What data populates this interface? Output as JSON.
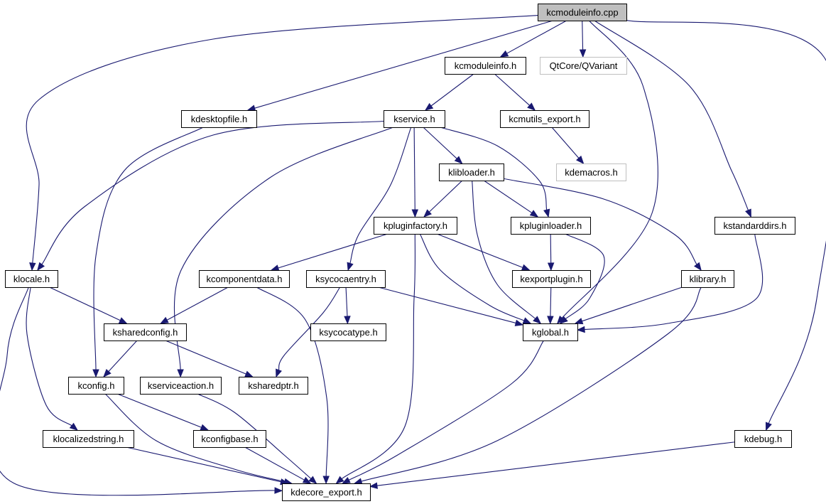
{
  "diagram": {
    "nodes": [
      {
        "id": "kcmoduleinfo_cpp",
        "label": "kcmoduleinfo.cpp",
        "style": "root"
      },
      {
        "id": "kcmoduleinfo_h",
        "label": "kcmoduleinfo.h",
        "style": "normal"
      },
      {
        "id": "qvariant",
        "label": "QtCore/QVariant",
        "style": "missing"
      },
      {
        "id": "kdesktopfile",
        "label": "kdesktopfile.h",
        "style": "normal"
      },
      {
        "id": "kservice",
        "label": "kservice.h",
        "style": "normal"
      },
      {
        "id": "kcmutils_export",
        "label": "kcmutils_export.h",
        "style": "normal"
      },
      {
        "id": "kdemacros",
        "label": "kdemacros.h",
        "style": "missing"
      },
      {
        "id": "klibloader",
        "label": "klibloader.h",
        "style": "normal"
      },
      {
        "id": "kpluginfactory",
        "label": "kpluginfactory.h",
        "style": "normal"
      },
      {
        "id": "kpluginloader",
        "label": "kpluginloader.h",
        "style": "normal"
      },
      {
        "id": "kstandarddirs",
        "label": "kstandarddirs.h",
        "style": "normal"
      },
      {
        "id": "klocale",
        "label": "klocale.h",
        "style": "normal"
      },
      {
        "id": "kcomponentdata",
        "label": "kcomponentdata.h",
        "style": "normal"
      },
      {
        "id": "ksycocaentry",
        "label": "ksycocaentry.h",
        "style": "normal"
      },
      {
        "id": "kexportplugin",
        "label": "kexportplugin.h",
        "style": "normal"
      },
      {
        "id": "klibrary",
        "label": "klibrary.h",
        "style": "normal"
      },
      {
        "id": "ksharedconfig",
        "label": "ksharedconfig.h",
        "style": "normal"
      },
      {
        "id": "ksycocatype",
        "label": "ksycocatype.h",
        "style": "normal"
      },
      {
        "id": "kglobal",
        "label": "kglobal.h",
        "style": "normal"
      },
      {
        "id": "kconfig",
        "label": "kconfig.h",
        "style": "normal"
      },
      {
        "id": "kserviceaction",
        "label": "kserviceaction.h",
        "style": "normal"
      },
      {
        "id": "ksharedptr",
        "label": "ksharedptr.h",
        "style": "normal"
      },
      {
        "id": "klocalizedstring",
        "label": "klocalizedstring.h",
        "style": "normal"
      },
      {
        "id": "kconfigbase",
        "label": "kconfigbase.h",
        "style": "normal"
      },
      {
        "id": "kdebug",
        "label": "kdebug.h",
        "style": "normal"
      },
      {
        "id": "kdecore_export",
        "label": "kdecore_export.h",
        "style": "normal"
      }
    ],
    "edges": [
      [
        "kcmoduleinfo_cpp",
        "kcmoduleinfo_h"
      ],
      [
        "kcmoduleinfo_cpp",
        "qvariant"
      ],
      [
        "kcmoduleinfo_cpp",
        "kdesktopfile"
      ],
      [
        "kcmoduleinfo_cpp",
        "klocale"
      ],
      [
        "kcmoduleinfo_cpp",
        "kglobal"
      ],
      [
        "kcmoduleinfo_cpp",
        "kstandarddirs"
      ],
      [
        "kcmoduleinfo_cpp",
        "kdebug"
      ],
      [
        "kcmoduleinfo_h",
        "kservice"
      ],
      [
        "kcmoduleinfo_h",
        "kcmutils_export"
      ],
      [
        "kcmutils_export",
        "kdemacros"
      ],
      [
        "kdesktopfile",
        "kconfig"
      ],
      [
        "kservice",
        "klocale"
      ],
      [
        "kservice",
        "kserviceaction"
      ],
      [
        "kservice",
        "ksycocaentry"
      ],
      [
        "kservice",
        "kpluginfactory"
      ],
      [
        "kservice",
        "klibloader"
      ],
      [
        "kservice",
        "kpluginloader"
      ],
      [
        "klibloader",
        "kpluginfactory"
      ],
      [
        "klibloader",
        "kglobal"
      ],
      [
        "klibloader",
        "kpluginloader"
      ],
      [
        "klibloader",
        "klibrary"
      ],
      [
        "kpluginfactory",
        "kcomponentdata"
      ],
      [
        "kpluginfactory",
        "kexportplugin"
      ],
      [
        "kpluginfactory",
        "kglobal"
      ],
      [
        "kpluginfactory",
        "kdecore_export"
      ],
      [
        "kpluginloader",
        "kexportplugin"
      ],
      [
        "kpluginloader",
        "kglobal"
      ],
      [
        "kstandarddirs",
        "kglobal"
      ],
      [
        "klocale",
        "ksharedconfig"
      ],
      [
        "klocale",
        "klocalizedstring"
      ],
      [
        "klocale",
        "kdecore_export"
      ],
      [
        "kcomponentdata",
        "ksharedconfig"
      ],
      [
        "kcomponentdata",
        "kdecore_export"
      ],
      [
        "ksycocaentry",
        "ksycocatype"
      ],
      [
        "ksycocaentry",
        "kglobal"
      ],
      [
        "ksycocaentry",
        "ksharedptr"
      ],
      [
        "kexportplugin",
        "kglobal"
      ],
      [
        "klibrary",
        "kglobal"
      ],
      [
        "klibrary",
        "kdecore_export"
      ],
      [
        "ksharedconfig",
        "kconfig"
      ],
      [
        "ksharedconfig",
        "ksharedptr"
      ],
      [
        "kglobal",
        "kdecore_export"
      ],
      [
        "kconfig",
        "kconfigbase"
      ],
      [
        "kconfig",
        "kdecore_export"
      ],
      [
        "kserviceaction",
        "kdecore_export"
      ],
      [
        "klocalizedstring",
        "kdecore_export"
      ],
      [
        "kconfigbase",
        "kdecore_export"
      ],
      [
        "kdebug",
        "kdecore_export"
      ]
    ]
  },
  "colors": {
    "edge": "#191970",
    "root_fill": "#bfbfbf",
    "missing_border": "#bfbfbf",
    "node_border": "#000000",
    "background": "#ffffff"
  }
}
